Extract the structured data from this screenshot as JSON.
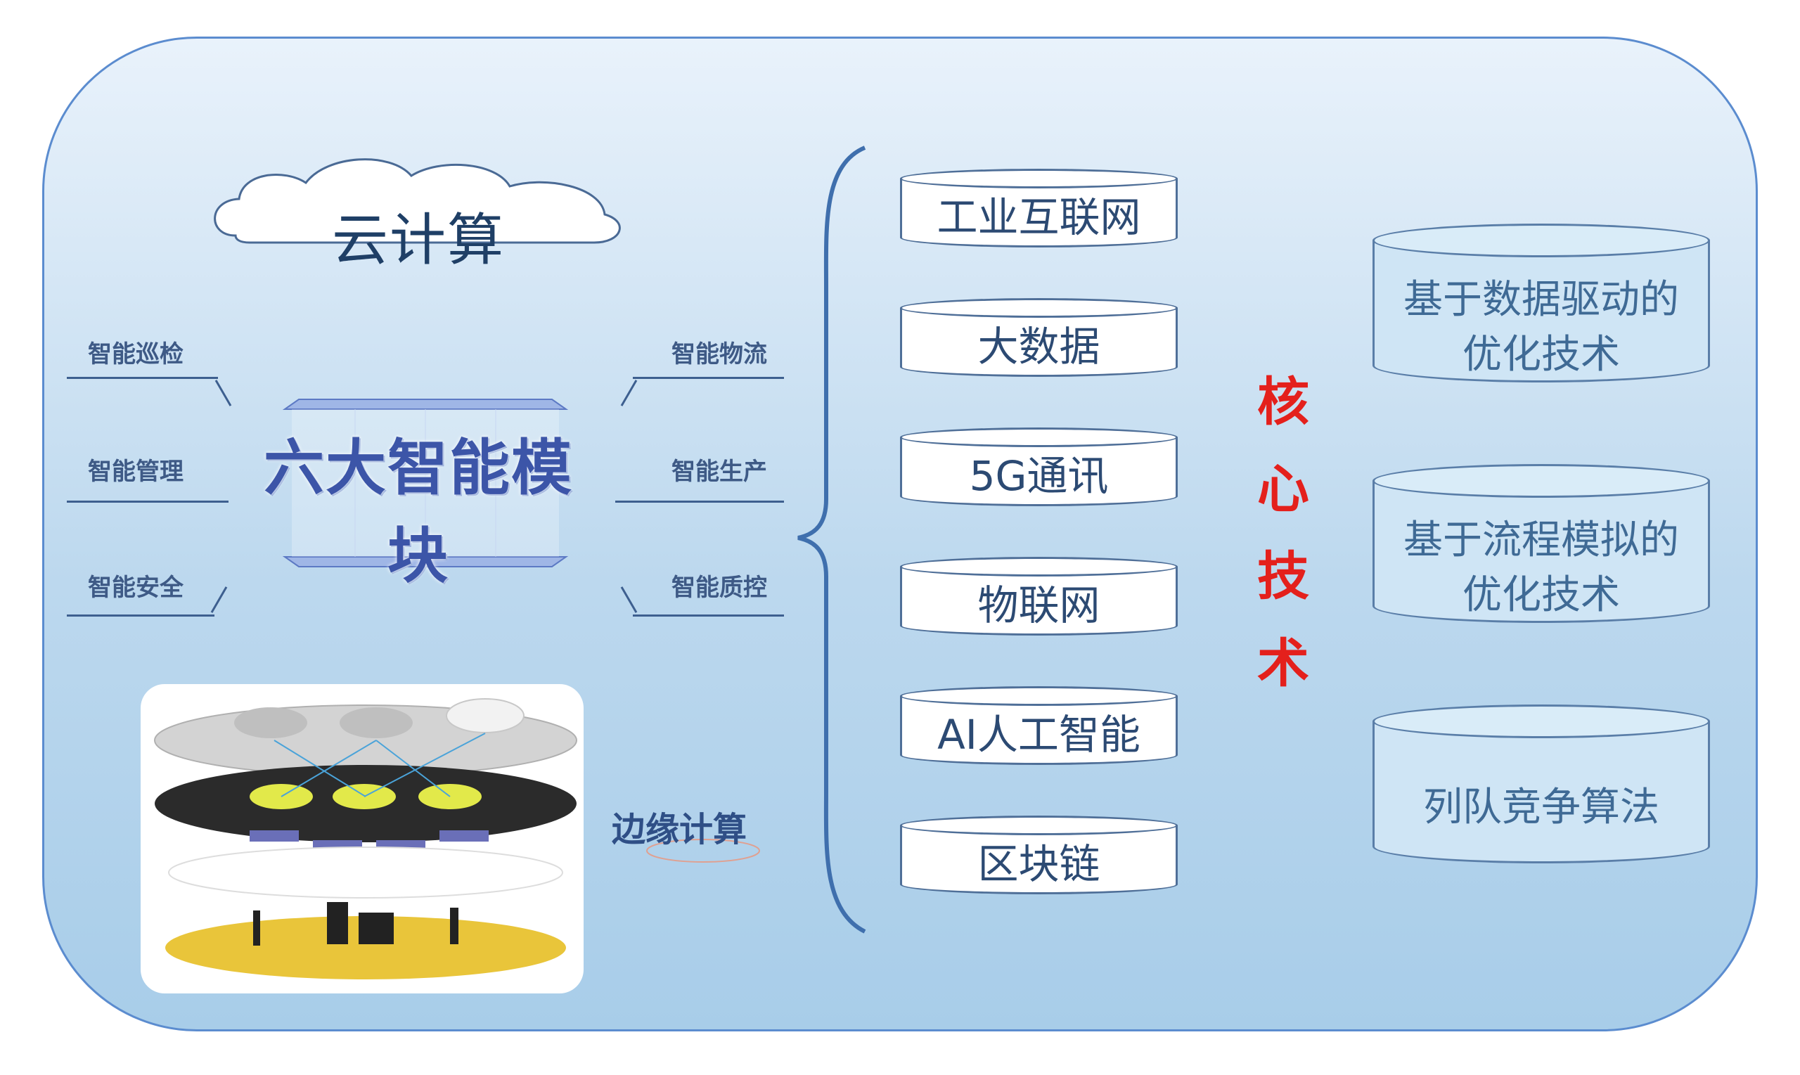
{
  "cloud_computing": "云计算",
  "six_modules": {
    "title": "六大智能模块",
    "left": [
      "智能巡检",
      "智能管理",
      "智能安全"
    ],
    "right": [
      "智能物流",
      "智能生产",
      "智能质控"
    ]
  },
  "edge_computing": "边缘计算",
  "technologies": [
    "工业互联网",
    "大数据",
    "5G通讯",
    "物联网",
    "AI人工智能",
    "区块链"
  ],
  "core_tech": [
    "核",
    "心",
    "技",
    "术"
  ],
  "techniques": [
    {
      "line1": "基于数据驱动的",
      "line2": "优化技术"
    },
    {
      "line1": "基于流程模拟的",
      "line2": "优化技术"
    },
    {
      "line1": "列队竞争算法",
      "line2": ""
    }
  ],
  "colors": {
    "core_red": "#e4201c",
    "border_blue": "#5b8ccf",
    "module_blue": "#3c55a8"
  }
}
